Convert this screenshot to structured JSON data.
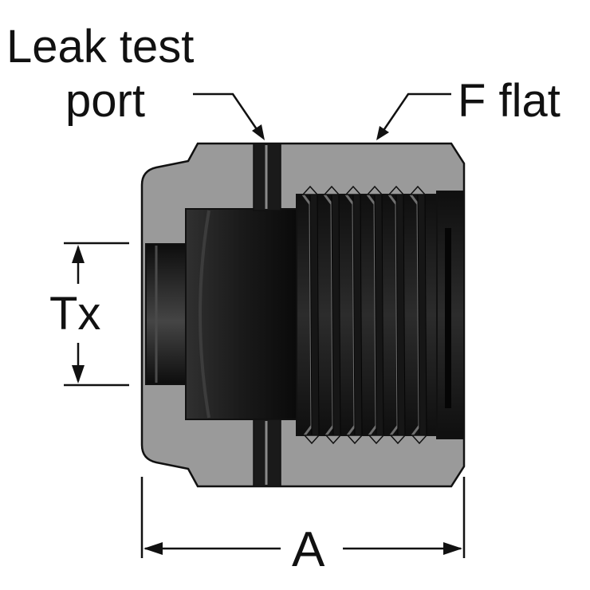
{
  "labels": {
    "leak_test_line1": "Leak test",
    "leak_test_line2": "port",
    "f_flat": "F flat",
    "tx": "Tx",
    "a": "A"
  },
  "colors": {
    "body_fill": "#9a9a9a",
    "outline": "#111111",
    "bore_dark": "#1c1c1c",
    "thread_dark": "#161616",
    "thread_highlight": "#6f6f6f"
  }
}
